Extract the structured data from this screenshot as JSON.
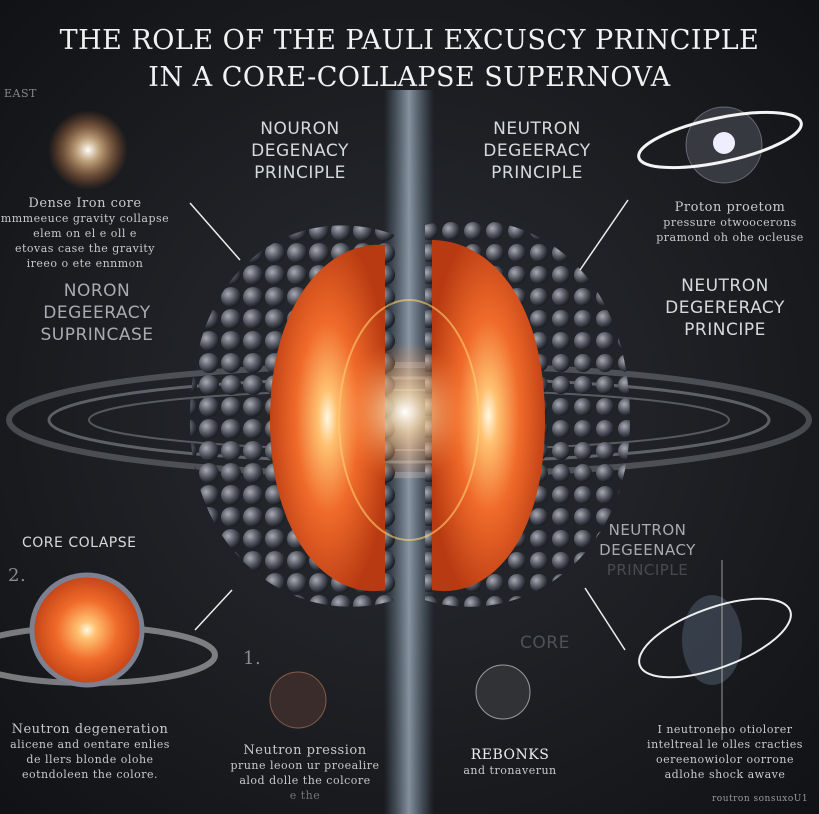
{
  "title": {
    "line1": "THE ROLE OF THE PAULI EXCUSCY PRINCIPLE",
    "line2": "IN A CORE-COLLAPSE SUPERNOVA"
  },
  "labels": {
    "top_left_corner": "EAST",
    "center_left_heading": [
      "NOURON",
      "DEGENACY",
      "PRINCIPLE"
    ],
    "center_right_heading": [
      "NEUTRON",
      "DEGEERACY",
      "PRINCIPLE"
    ],
    "left_mid_heading": [
      "NORON",
      "DEGEERACY",
      "SUPRINCASE"
    ],
    "right_mid_heading": [
      "NEUTRON",
      "DEGERERACY",
      "PRINCIPE"
    ],
    "right_low_heading": [
      "NEUTRON",
      "DEGEENACY",
      "PRINCIPLE"
    ],
    "core_collapse": "CORE COLAPSE",
    "core": "CORE",
    "step_2": "2.",
    "step_1": "1.",
    "rebounds": "REBONKS"
  },
  "captions": {
    "iron_core": [
      "Dense Iron core",
      "mmmeeuce gravity collapse",
      "elem on el e oll e",
      "etovas case the gravity",
      "ireeo o ete ennmon"
    ],
    "proton": [
      "Proton proetom",
      "pressure otwoocerons",
      "pramond oh ohe ocleuse"
    ],
    "neutron_degeneration": [
      "Neutron degeneration",
      "alicene and oentare enlies",
      "de llers blonde olohe",
      "eotndoleen the colore."
    ],
    "neutron_pression": [
      "Neutron pression",
      "prune leoon ur proealire",
      "alod dolle the colcore",
      "e the"
    ],
    "rebounds_sub": [
      "and tronaverun"
    ],
    "shock_wave": [
      "I neutroneno otiolorer",
      "inteltreal le olles cracties",
      "oereenowiolor oorrone",
      "adlohe shock awave"
    ],
    "footer_note": "routron sonsuxoU1"
  },
  "colors": {
    "background": "#15171b",
    "core_orange": "#f06a2a",
    "neutron_gray": "#5c5f6b",
    "beam_blue": "#9fc8e8"
  }
}
